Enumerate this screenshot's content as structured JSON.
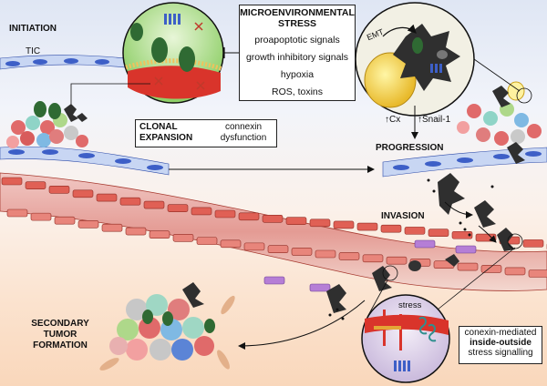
{
  "labels": {
    "initiation": "INITIATION",
    "tic": "TIC",
    "stress_box": {
      "title_line1": "MICROENVIRONMENTAL",
      "title_line2": "STRESS",
      "items": [
        "proapoptotic signals",
        "growth inhibitory signals",
        "hypoxia",
        "ROS, toxins"
      ]
    },
    "clonal_expansion": {
      "line1": "CLONAL",
      "line2": "EXPANSION"
    },
    "connexin_dysfunction": {
      "line1": "connexin",
      "line2": "dysfunction"
    },
    "emt": "EMT",
    "markers": {
      "cx": "↑Cx",
      "snail": "↑Snail-1"
    },
    "progression": "PROGRESSION",
    "invasion": "INVASION",
    "secondary_tumor": {
      "line1": "SECONDARY",
      "line2": "TUMOR",
      "line3": "FORMATION"
    },
    "stress": "stress",
    "signalling_box": {
      "line1": "conexin-mediated",
      "line2": "inside-outside",
      "line3": "stress signalling"
    }
  },
  "colors": {
    "vessel": "#c0392b",
    "epithelium": "#3d5fc7",
    "tumor_cell": "#2f2f2f",
    "green_cell": "#2f6a33",
    "membrane_green": "#66b544"
  }
}
